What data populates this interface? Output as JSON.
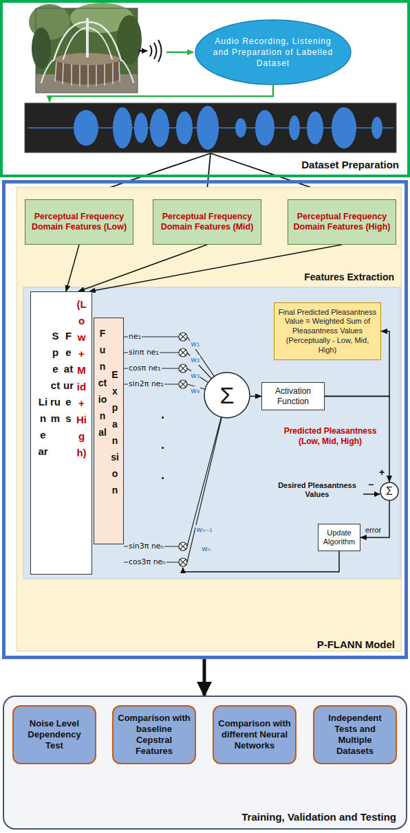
{
  "diagram": {
    "nodes": [
      {
        "text": [
          "Dataset Preparation"
        ]
      },
      {
        "text": [
          "Audio Recording, Listening and Preparation of Labelled Dataset"
        ],
        "in": 0
      },
      {
        "text": [
          "P-FLANN Model"
        ]
      },
      {
        "text": [
          "Features Extraction"
        ],
        "in": 2
      },
      {
        "text": [
          "Perceptual Frequency Domain Features (Low)"
        ],
        "in": 3
      },
      {
        "text": [
          "Perceptual Frequency Domain Features (Mid)"
        ],
        "in": 3
      },
      {
        "text": [
          "Perceptual Frequency Domain Features (High)"
        ],
        "in": 3
      },
      {
        "text": [
          "Linear",
          "Spectrum",
          "Features",
          "(Low+Mid+High)"
        ],
        "in": 3
      },
      {
        "text": [
          "Functional",
          "Expansion"
        ],
        "in": 3
      },
      {
        "text": [
          "Σ"
        ],
        "in": 3
      },
      {
        "text": [
          "Final Predicted Pleasantness Value = Weighted Sum of Pleasantness Values (Perceptually - Low, Mid, High)"
        ],
        "in": 3
      },
      {
        "text": [
          "Activation Function"
        ],
        "in": 3
      },
      {
        "text": [
          "Σ"
        ],
        "in": 3
      },
      {
        "text": [
          "Update Algorithm"
        ],
        "in": 3
      },
      {
        "text": [
          "Training, Validation and Testing"
        ]
      },
      {
        "text": [
          "Noise Level Dependency Test"
        ],
        "in": 14
      },
      {
        "text": [
          "Comparison with baseline Cepstral Features"
        ],
        "in": 14
      },
      {
        "text": [
          "Comparison with different Neural Networks"
        ],
        "in": 14
      },
      {
        "text": [
          "Independent Tests and Multiple Datasets"
        ],
        "in": 14
      }
    ],
    "edges": [
      {
        "from": 4,
        "to": 7,
        "arrow": "to"
      },
      {
        "from": 5,
        "to": 7,
        "arrow": "to"
      },
      {
        "from": 6,
        "to": 7,
        "arrow": "to"
      },
      {
        "from": 9,
        "to": 11,
        "arrow": "to"
      },
      {
        "from": 11,
        "to": 10,
        "arrow": "to"
      },
      {
        "from": 11,
        "to": 12,
        "label": "Predicted Pleasantness (Low, Mid, High)",
        "arrow": "to"
      },
      {
        "from": 12,
        "to": 13,
        "label": "error",
        "arrow": "to"
      },
      {
        "from": 2,
        "to": 14,
        "arrow": "to"
      }
    ],
    "labels": [
      "ne₁",
      "sinπ ne₁",
      "cosπ ne₁",
      "sin2π ne₁",
      ".",
      ".",
      ".",
      "sin3π neₙ",
      "cos3π neₙ",
      "w₁",
      "w₂",
      "w₃",
      "w₄",
      "wₙ₋₁",
      "wₙ",
      "Desired Pleasantness Values",
      "+",
      "−"
    ]
  }
}
